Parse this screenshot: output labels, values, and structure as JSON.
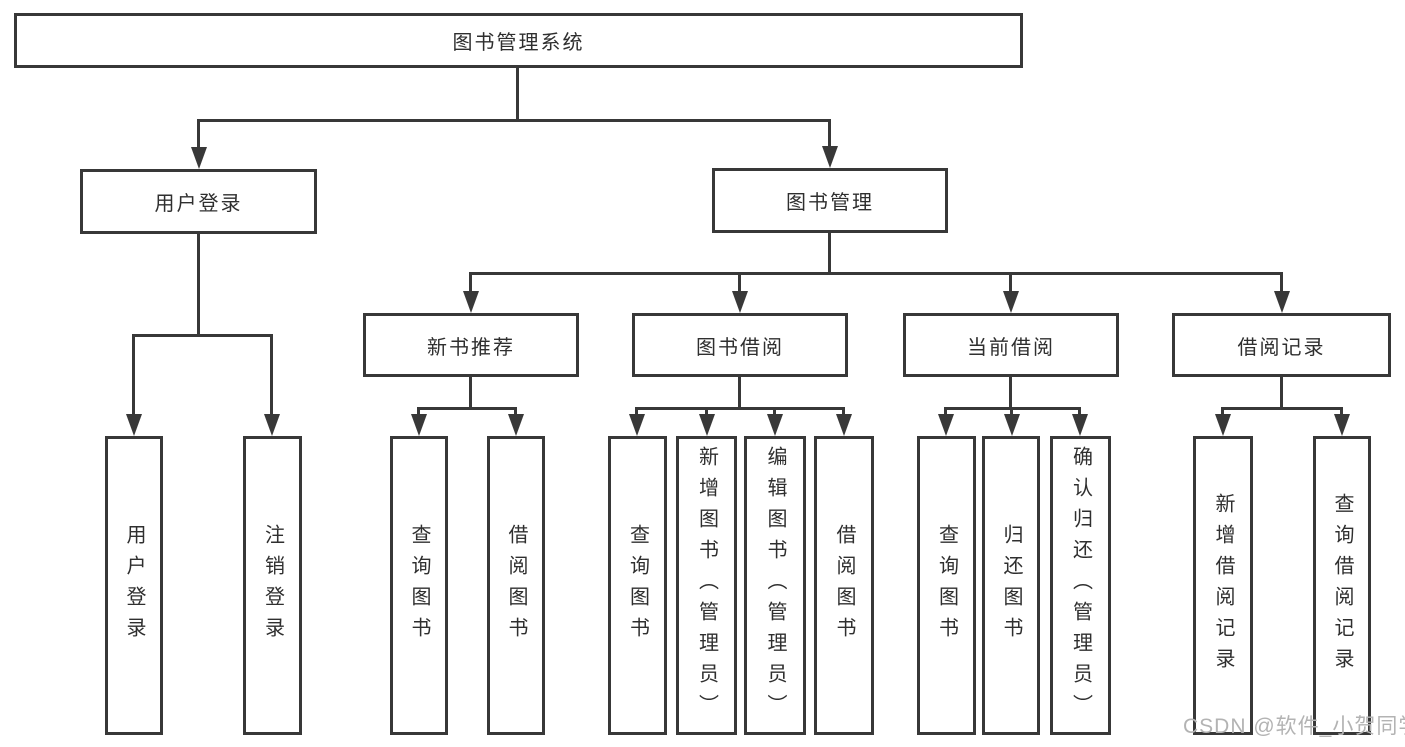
{
  "tree": {
    "label": "图书管理系统",
    "children": [
      {
        "label": "用户登录",
        "children": [
          {
            "label": "用户登录"
          },
          {
            "label": "注销登录"
          }
        ]
      },
      {
        "label": "图书管理",
        "children": [
          {
            "label": "新书推荐",
            "children": [
              {
                "label": "查询图书"
              },
              {
                "label": "借阅图书"
              }
            ]
          },
          {
            "label": "图书借阅",
            "children": [
              {
                "label": "查询图书"
              },
              {
                "label": "新增图书（管理员）"
              },
              {
                "label": "编辑图书（管理员）"
              },
              {
                "label": "借阅图书"
              }
            ]
          },
          {
            "label": "当前借阅",
            "children": [
              {
                "label": "查询图书"
              },
              {
                "label": "归还图书"
              },
              {
                "label": "确认归还（管理员）"
              }
            ]
          },
          {
            "label": "借阅记录",
            "children": [
              {
                "label": "新增借阅记录"
              },
              {
                "label": "查询借阅记录"
              }
            ]
          }
        ]
      }
    ]
  },
  "watermark": "CSDN @软件_小贺同学",
  "colors": {
    "line": "#383838",
    "text": "#2f2f2f",
    "watermark": "#b3b3b3",
    "background": "#ffffff"
  }
}
